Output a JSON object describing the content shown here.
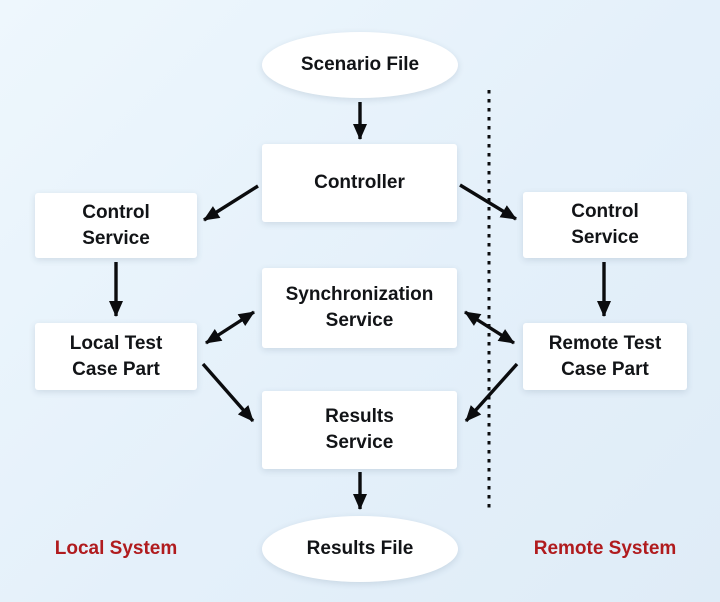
{
  "diagram": {
    "nodes": {
      "scenario_file": {
        "label": "Scenario File",
        "shape": "ellipse"
      },
      "controller": {
        "label": "Controller",
        "shape": "rect"
      },
      "control_service_local": {
        "label": "Control\nService",
        "shape": "rect"
      },
      "control_service_remote": {
        "label": "Control\nService",
        "shape": "rect"
      },
      "sync_service": {
        "label": "Synchronization\nService",
        "shape": "rect"
      },
      "local_test_case_part": {
        "label": "Local Test\nCase Part",
        "shape": "rect"
      },
      "remote_test_case_part": {
        "label": "Remote Test\nCase Part",
        "shape": "rect"
      },
      "results_service": {
        "label": "Results\nService",
        "shape": "rect"
      },
      "results_file": {
        "label": "Results File",
        "shape": "ellipse"
      }
    },
    "system_labels": {
      "local": "Local System",
      "remote": "Remote System"
    },
    "edges": [
      {
        "from": "Scenario File",
        "to": "Controller",
        "type": "arrow"
      },
      {
        "from": "Controller",
        "to": "Control Service (local)",
        "type": "arrow"
      },
      {
        "from": "Controller",
        "to": "Control Service (remote)",
        "type": "arrow"
      },
      {
        "from": "Control Service (local)",
        "to": "Local Test Case Part",
        "type": "arrow"
      },
      {
        "from": "Control Service (remote)",
        "to": "Remote Test Case Part",
        "type": "arrow"
      },
      {
        "from": "Local Test Case Part",
        "to": "Synchronization Service",
        "type": "double-arrow"
      },
      {
        "from": "Remote Test Case Part",
        "to": "Synchronization Service",
        "type": "double-arrow"
      },
      {
        "from": "Local Test Case Part",
        "to": "Results Service",
        "type": "arrow"
      },
      {
        "from": "Remote Test Case Part",
        "to": "Results Service",
        "type": "arrow"
      },
      {
        "from": "Results Service",
        "to": "Results File",
        "type": "arrow"
      },
      {
        "from": "Local System",
        "to": "Remote System",
        "type": "dotted-divider"
      }
    ],
    "colors": {
      "background": "#e4f0fa",
      "node_fill": "#ffffff",
      "arrow": "#0b0c0e",
      "system_label": "#b01b1e"
    }
  }
}
